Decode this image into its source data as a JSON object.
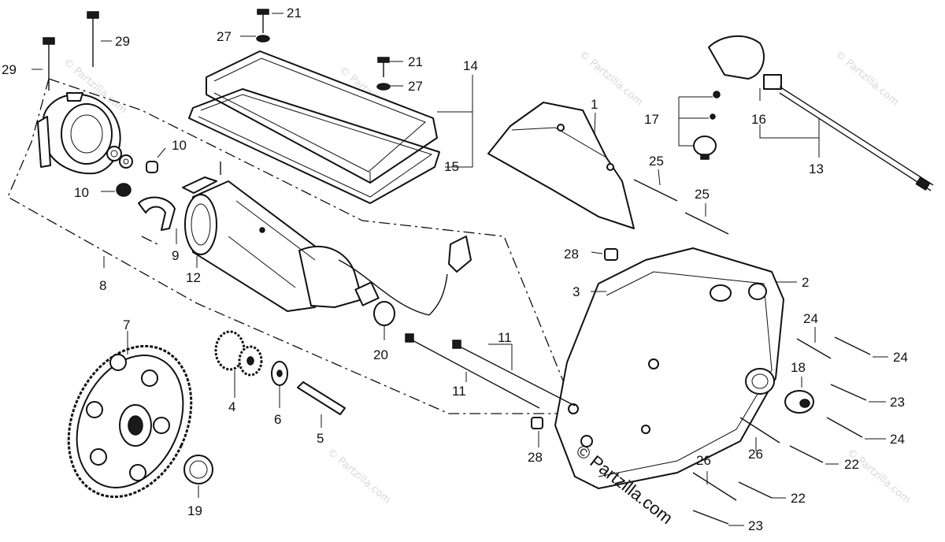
{
  "diagram": {
    "callouts": [
      {
        "id": "c21a",
        "text": "21"
      },
      {
        "id": "c29a",
        "text": "29"
      },
      {
        "id": "c27a",
        "text": "27"
      },
      {
        "id": "c21b",
        "text": "21"
      },
      {
        "id": "c27b",
        "text": "27"
      },
      {
        "id": "c14",
        "text": "14"
      },
      {
        "id": "c29b",
        "text": "29"
      },
      {
        "id": "c1",
        "text": "1"
      },
      {
        "id": "c17",
        "text": "17"
      },
      {
        "id": "c16",
        "text": "16"
      },
      {
        "id": "c10a",
        "text": "10"
      },
      {
        "id": "c10b",
        "text": "10"
      },
      {
        "id": "c15",
        "text": "15"
      },
      {
        "id": "c25a",
        "text": "25"
      },
      {
        "id": "c13",
        "text": "13"
      },
      {
        "id": "c25b",
        "text": "25"
      },
      {
        "id": "c9",
        "text": "9"
      },
      {
        "id": "c12",
        "text": "12"
      },
      {
        "id": "c8",
        "text": "8"
      },
      {
        "id": "c28a",
        "text": "28"
      },
      {
        "id": "c2",
        "text": "2"
      },
      {
        "id": "c3",
        "text": "3"
      },
      {
        "id": "c7",
        "text": "7"
      },
      {
        "id": "c24a",
        "text": "24"
      },
      {
        "id": "c11a",
        "text": "11"
      },
      {
        "id": "c20",
        "text": "20"
      },
      {
        "id": "c24b",
        "text": "24"
      },
      {
        "id": "c18",
        "text": "18"
      },
      {
        "id": "c11b",
        "text": "11"
      },
      {
        "id": "c4",
        "text": "4"
      },
      {
        "id": "c23a",
        "text": "23"
      },
      {
        "id": "c6",
        "text": "6"
      },
      {
        "id": "c5",
        "text": "5"
      },
      {
        "id": "c24c",
        "text": "24"
      },
      {
        "id": "c28b",
        "text": "28"
      },
      {
        "id": "c26a",
        "text": "26"
      },
      {
        "id": "c22a",
        "text": "22"
      },
      {
        "id": "c26b",
        "text": "26"
      },
      {
        "id": "c22b",
        "text": "22"
      },
      {
        "id": "c19",
        "text": "19"
      },
      {
        "id": "c23b",
        "text": "23"
      }
    ],
    "watermark": {
      "copyright_symbol": "©",
      "site": "Partzilla.com"
    }
  }
}
